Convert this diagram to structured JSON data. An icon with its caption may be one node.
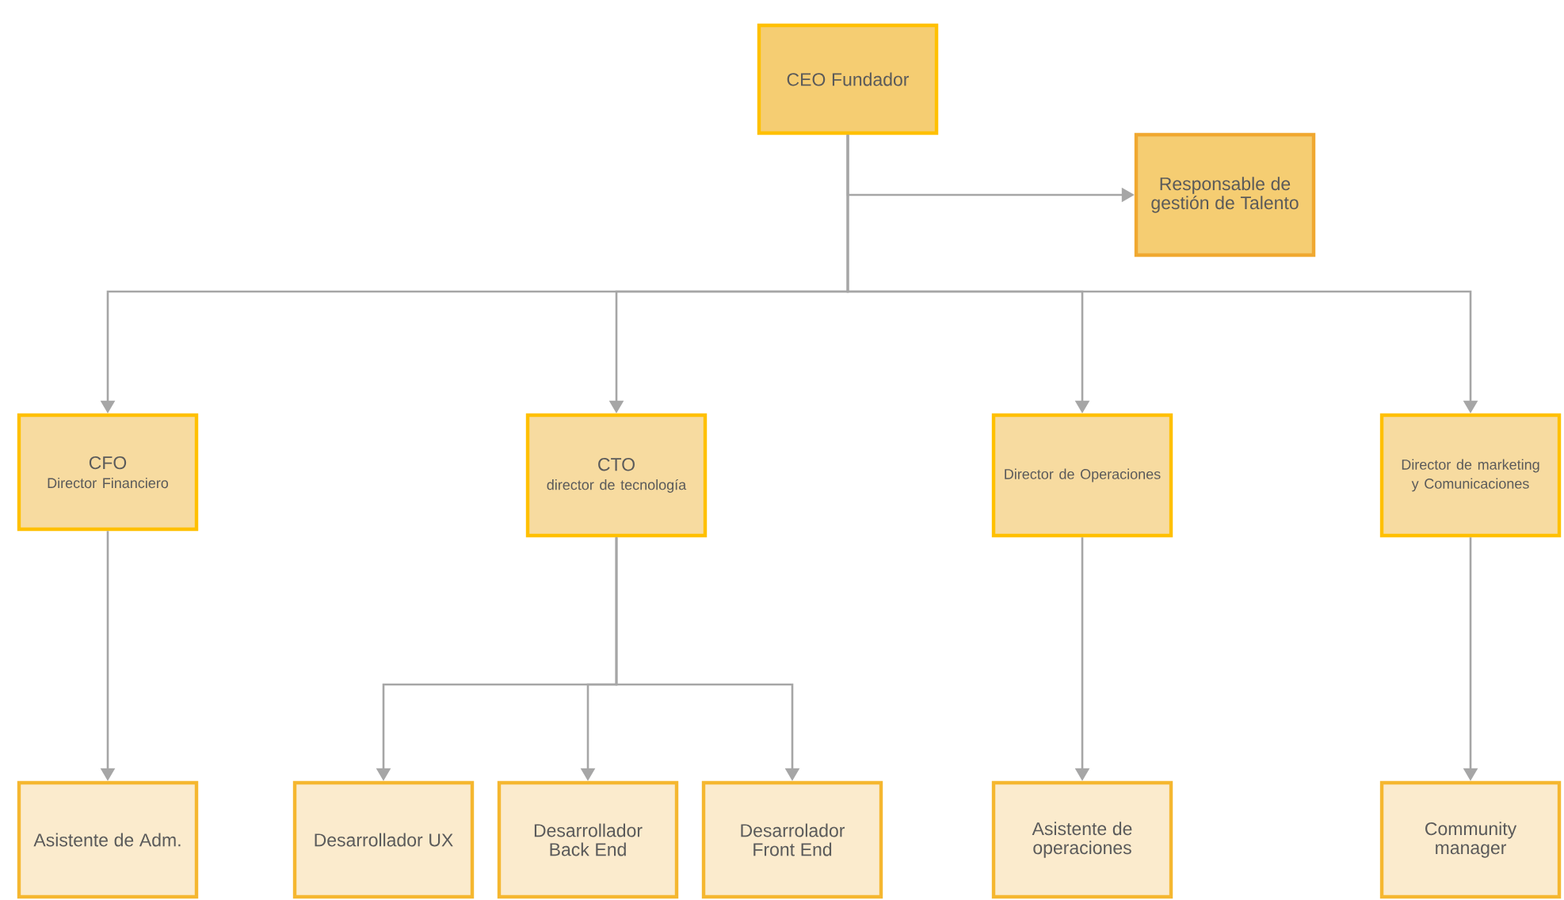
{
  "diagram": {
    "nodes": [
      {
        "text": [
          "CEO Fundador"
        ]
      },
      {
        "text": [
          "Responsable de gestión de Talento"
        ]
      },
      {
        "text": [
          "CFO",
          "Director Financiero"
        ]
      },
      {
        "text": [
          "CTO",
          "director de tecnología"
        ]
      },
      {
        "text": [
          "Director de Operaciones"
        ]
      },
      {
        "text": [
          "Director de marketing y Comunicaciones"
        ]
      },
      {
        "text": [
          "Asistente de Adm."
        ]
      },
      {
        "text": [
          "Desarrollador UX"
        ]
      },
      {
        "text": [
          "Desarrollador Back End"
        ]
      },
      {
        "text": [
          "Desarrolador Front End"
        ]
      },
      {
        "text": [
          "Asistente de operaciones"
        ]
      },
      {
        "text": [
          "Community manager"
        ]
      }
    ],
    "edges": [
      {
        "from": 0,
        "to": 1,
        "arrow": "to"
      },
      {
        "from": 0,
        "to": 2,
        "arrow": "to"
      },
      {
        "from": 0,
        "to": 3,
        "arrow": "to"
      },
      {
        "from": 0,
        "to": 4,
        "arrow": "to"
      },
      {
        "from": 0,
        "to": 5,
        "arrow": "to"
      },
      {
        "from": 2,
        "to": 6,
        "arrow": "to"
      },
      {
        "from": 3,
        "to": 7,
        "arrow": "to"
      },
      {
        "from": 3,
        "to": 8,
        "arrow": "to"
      },
      {
        "from": 3,
        "to": 9,
        "arrow": "to"
      },
      {
        "from": 4,
        "to": 10,
        "arrow": "to"
      },
      {
        "from": 5,
        "to": 11,
        "arrow": "to"
      }
    ]
  }
}
